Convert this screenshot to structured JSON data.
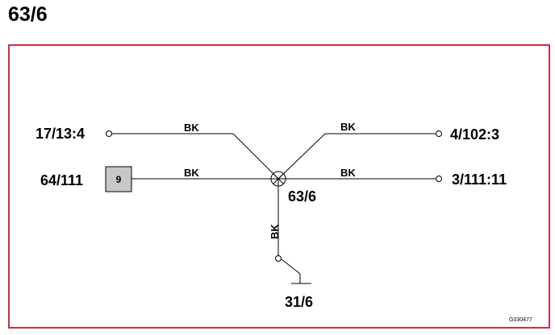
{
  "title": "63/6",
  "splice_label": "63/6",
  "ground_label": "31/6",
  "drawing_id": "G030477",
  "component_box": {
    "label": "9",
    "fill": "#c8c8c8"
  },
  "frame_color": "#c8304a",
  "terminals": {
    "left_top": "17/13:4",
    "left_bottom": "64/111",
    "right_top": "4/102:3",
    "right_bottom": "3/111:11"
  },
  "wires": {
    "left_top": "BK",
    "left_bottom": "BK",
    "right_top": "BK",
    "right_bottom": "BK",
    "down": "BK"
  }
}
